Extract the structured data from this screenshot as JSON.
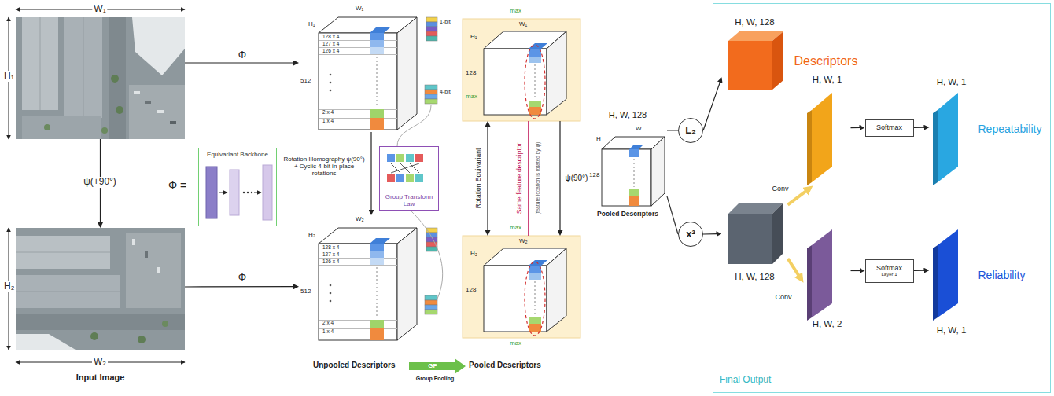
{
  "diagram": {
    "nodes": [
      {
        "text": [
          "W₁",
          "H₁"
        ]
      },
      {
        "text": [
          "H₂",
          "W₂",
          "Input Image"
        ]
      },
      {
        "text": [
          "Equivariant Backbone"
        ]
      },
      {
        "text": [
          "H₁",
          "W₁",
          "512",
          "128 x 4",
          "127 x 4",
          "126 x 4",
          "2 x 4",
          "1 x 4"
        ]
      },
      {
        "text": [
          "H₂",
          "W₂",
          "512",
          "128 x 4",
          "127 x 4",
          "126 x 4",
          "2 x 4",
          "1 x 4"
        ]
      },
      {
        "text": [
          "max",
          "H₁",
          "W₁",
          "128",
          "max"
        ]
      },
      {
        "text": [
          "max",
          "H₂",
          "W₂",
          "128",
          "max"
        ]
      },
      {
        "text": [
          "Group Transform Law"
        ]
      },
      {
        "text": [
          "H, W, 128",
          "H",
          "W",
          "128",
          "Pooled Descriptors"
        ]
      },
      {
        "text": [
          "L₂"
        ]
      },
      {
        "text": [
          "x²"
        ]
      },
      {
        "text": [
          "Final Output"
        ]
      },
      {
        "text": [
          "H, W, 128",
          "Descriptors"
        ],
        "in": 11
      },
      {
        "text": [
          "H, W, 128"
        ],
        "in": 11
      },
      {
        "text": [
          "H, W, 1"
        ],
        "in": 11
      },
      {
        "text": [
          "H, W, 2"
        ],
        "in": 11
      },
      {
        "text": [
          "Softmax"
        ],
        "in": 11
      },
      {
        "text": [
          "Softmax",
          "Layer 1"
        ],
        "in": 11
      },
      {
        "text": [
          "H, W, 1",
          "Repeatability"
        ],
        "in": 11
      },
      {
        "text": [
          "H, W, 1",
          "Reliability"
        ],
        "in": 11
      }
    ],
    "edges": [
      {
        "from": 0,
        "to": 3,
        "label": "Φ",
        "arrow": "to"
      },
      {
        "from": 1,
        "to": 4,
        "label": "Φ",
        "arrow": "to"
      },
      {
        "from": 0,
        "to": 1,
        "label": "ψ(+90°)",
        "arrow": "to"
      },
      {
        "from": 3,
        "to": 4,
        "label": "Rotation Homography ψ(90°) + Cyclic 4-bit in-place rotations",
        "arrow": "to"
      },
      {
        "from": 5,
        "to": 6,
        "label": "Rotation Equivariant",
        "arrow": "both"
      },
      {
        "from": 5,
        "to": 6,
        "label": "Same feature descriptor",
        "arrow": "none"
      },
      {
        "from": 5,
        "to": 6,
        "label": "ψ(90°)",
        "arrow": "to"
      },
      {
        "from": 8,
        "to": 9,
        "arrow": "none"
      },
      {
        "from": 8,
        "to": 10,
        "arrow": "none"
      },
      {
        "from": 9,
        "to": 12,
        "arrow": "to"
      },
      {
        "from": 10,
        "to": 13,
        "arrow": "to"
      },
      {
        "from": 13,
        "to": 14,
        "label": "Conv",
        "arrow": "to"
      },
      {
        "from": 13,
        "to": 15,
        "label": "Conv",
        "arrow": "to"
      },
      {
        "from": 14,
        "to": 16,
        "arrow": "to"
      },
      {
        "from": 16,
        "to": 18,
        "arrow": "to"
      },
      {
        "from": 15,
        "to": 17,
        "arrow": "to"
      },
      {
        "from": 17,
        "to": 19,
        "arrow": "to"
      }
    ],
    "labels": [
      "Φ =",
      "1-bit",
      "4-bit",
      "(feature location is rotated by ψ)",
      "Unpooled Descriptors",
      "GP",
      "Group Pooling",
      "Pooled Descriptors"
    ]
  }
}
